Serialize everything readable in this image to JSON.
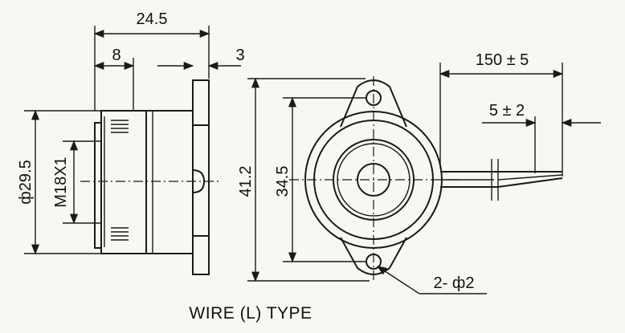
{
  "dimensions": {
    "overall_depth": "24.5",
    "body_depth": "8",
    "flange_thickness": "3",
    "body_diameter": "ф29.5",
    "thread": "M18X1",
    "flange_height": "41.2",
    "hole_pitch": "34.5",
    "wire_length": "150 ± 5",
    "wire_strip": "5 ± 2",
    "holes": "2- ф2"
  },
  "caption": "WIRE (L) TYPE"
}
